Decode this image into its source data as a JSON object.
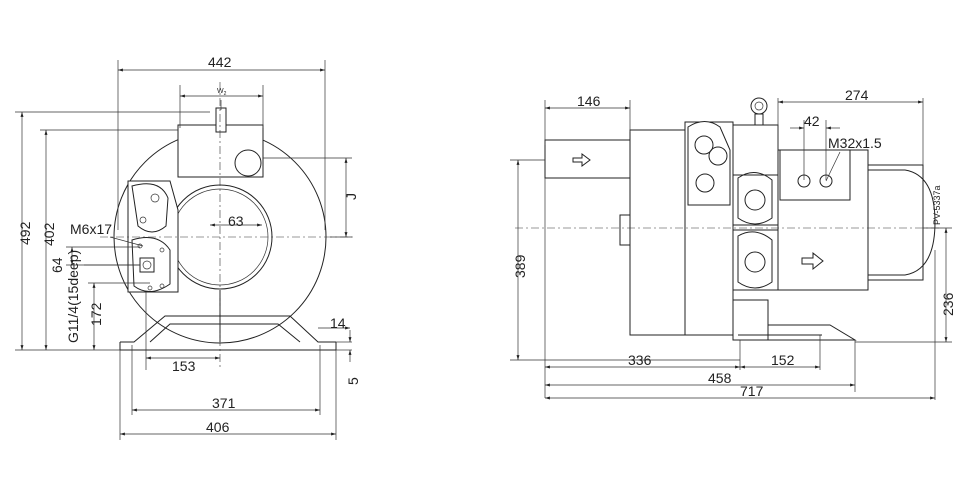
{
  "drawing_code": "PV-5337a",
  "front_view": {
    "dims": {
      "overall_width": "442",
      "w2": "W",
      "w2_sub": "2",
      "j": "J",
      "height_total": "492",
      "height_402": "402",
      "bore": "63",
      "mount_thread": "M6x17",
      "port_thread": "G11/4(15deep)",
      "port_offset": "64",
      "port_height": "172",
      "foot_offset": "153",
      "foot_thickness": "14",
      "foot_gap": "5",
      "foot_span": "371",
      "base_width": "406"
    }
  },
  "side_view": {
    "dims": {
      "inlet_length": "146",
      "top_span": "274",
      "hole_pitch": "42",
      "cable_gland": "M32x1.5",
      "height": "389",
      "axis_height": "236",
      "foot_pos": "336",
      "foot_width": "152",
      "base_length": "458",
      "overall_length": "717"
    }
  }
}
